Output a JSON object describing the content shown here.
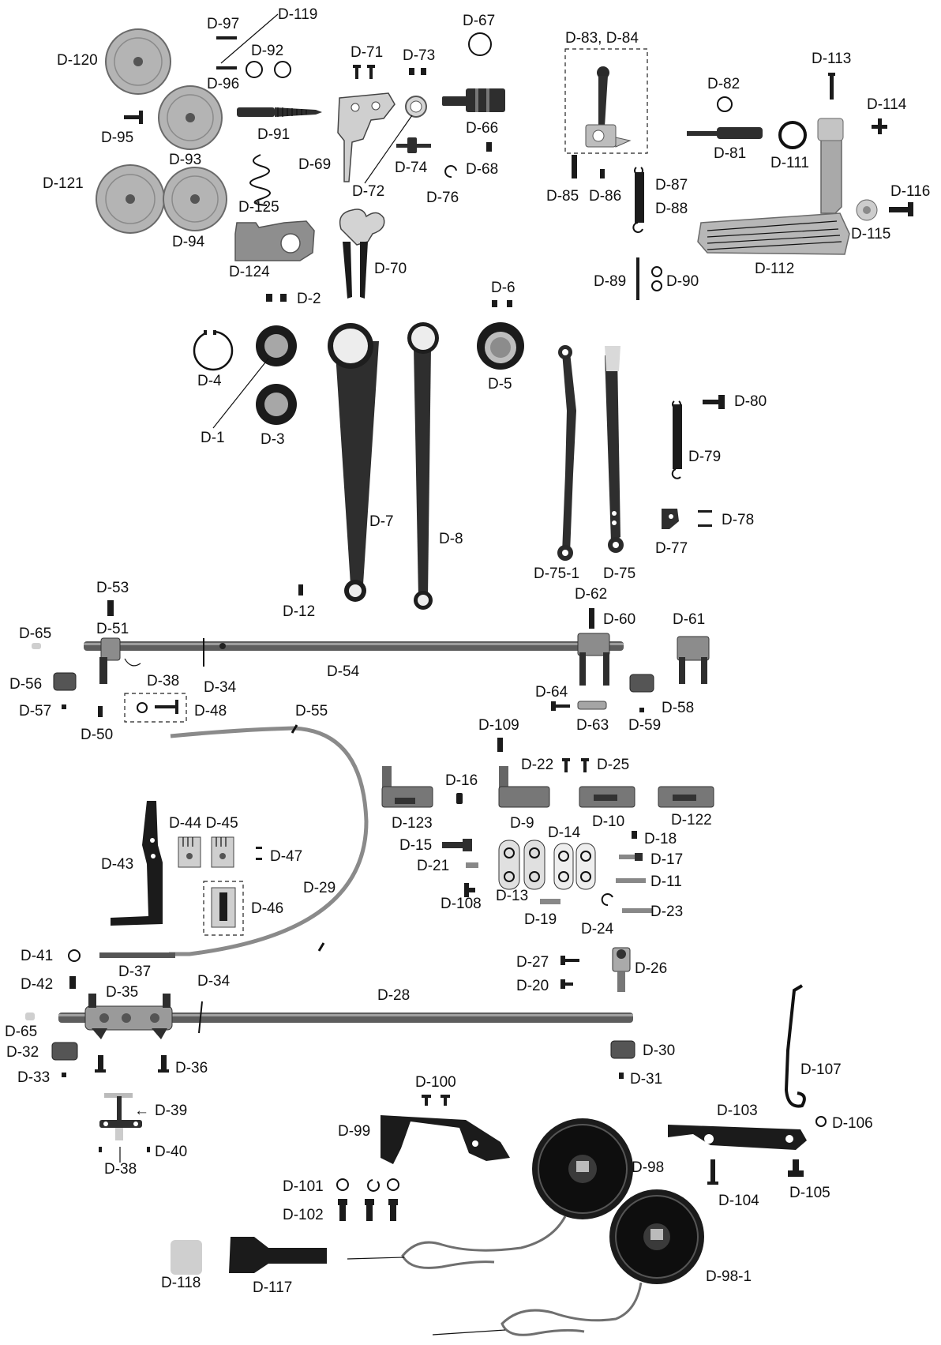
{
  "labels": {
    "d1": "D-1",
    "d2": "D-2",
    "d3": "D-3",
    "d4": "D-4",
    "d5": "D-5",
    "d6": "D-6",
    "d7": "D-7",
    "d8": "D-8",
    "d9": "D-9",
    "d10": "D-10",
    "d11": "D-11",
    "d12": "D-12",
    "d13": "D-13",
    "d14": "D-14",
    "d15": "D-15",
    "d16": "D-16",
    "d17": "D-17",
    "d18": "D-18",
    "d19": "D-19",
    "d20": "D-20",
    "d21": "D-21",
    "d22": "D-22",
    "d23": "D-23",
    "d24": "D-24",
    "d25": "D-25",
    "d26": "D-26",
    "d27": "D-27",
    "d28": "D-28",
    "d29": "D-29",
    "d30": "D-30",
    "d31": "D-31",
    "d32": "D-32",
    "d33": "D-33",
    "d34a": "D-34",
    "d34b": "D-34",
    "d35": "D-35",
    "d36": "D-36",
    "d37": "D-37",
    "d38a": "D-38",
    "d38b": "D-38",
    "d39": "D-39",
    "d40": "D-40",
    "d41": "D-41",
    "d42": "D-42",
    "d43": "D-43",
    "d44_45": "D-44 D-45",
    "d46": "D-46",
    "d47": "D-47",
    "d48": "D-48",
    "d50": "D-50",
    "d51": "D-51",
    "d53": "D-53",
    "d54": "D-54",
    "d55": "D-55",
    "d56": "D-56",
    "d57": "D-57",
    "d58": "D-58",
    "d59": "D-59",
    "d60": "D-60",
    "d61": "D-61",
    "d62": "D-62",
    "d63": "D-63",
    "d64": "D-64",
    "d65a": "D-65",
    "d65b": "D-65",
    "d66": "D-66",
    "d67": "D-67",
    "d68": "D-68",
    "d69": "D-69",
    "d70": "D-70",
    "d71": "D-71",
    "d72": "D-72",
    "d73": "D-73",
    "d74": "D-74",
    "d75": "D-75",
    "d75_1": "D-75-1",
    "d76": "D-76",
    "d77": "D-77",
    "d78": "D-78",
    "d79": "D-79",
    "d80": "D-80",
    "d81": "D-81",
    "d82": "D-82",
    "d83_84": "D-83, D-84",
    "d85": "D-85",
    "d86": "D-86",
    "d87": "D-87",
    "d88": "D-88",
    "d89": "D-89",
    "d90": "D-90",
    "d91": "D-91",
    "d92": "D-92",
    "d93": "D-93",
    "d94": "D-94",
    "d95": "D-95",
    "d96": "D-96",
    "d97": "D-97",
    "d98": "D-98",
    "d98_1": "D-98-1",
    "d99": "D-99",
    "d100": "D-100",
    "d101": "D-101",
    "d102": "D-102",
    "d103": "D-103",
    "d104": "D-104",
    "d105": "D-105",
    "d106": "D-106",
    "d107": "D-107",
    "d108": "D-108",
    "d109": "D-109",
    "d111": "D-111",
    "d112": "D-112",
    "d113": "D-113",
    "d114": "D-114",
    "d115": "D-115",
    "d116": "D-116",
    "d117": "D-117",
    "d118": "D-118",
    "d119": "D-119",
    "d120": "D-120",
    "d121": "D-121",
    "d122": "D-122",
    "d123": "D-123",
    "d124": "D-124",
    "d125": "D-125"
  }
}
